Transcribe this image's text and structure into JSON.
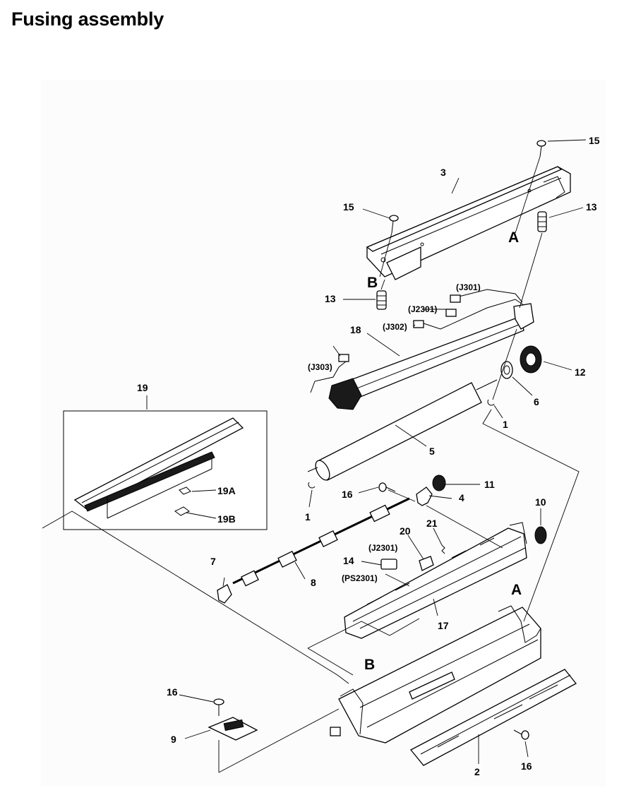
{
  "page": {
    "title": "Fusing assembly"
  },
  "callouts": {
    "c1a": "1",
    "c1b": "1",
    "c2": "2",
    "c3": "3",
    "c4": "4",
    "c5": "5",
    "c6": "6",
    "c7": "7",
    "c8": "8",
    "c9": "9",
    "c10": "10",
    "c11": "11",
    "c12": "12",
    "c13a": "13",
    "c13b": "13",
    "c14": "14",
    "c15a": "15",
    "c15b": "15",
    "c16a": "16",
    "c16b": "16",
    "c16c": "16",
    "c17": "17",
    "c18": "18",
    "c19": "19",
    "c19a": "19A",
    "c19b": "19B",
    "c20": "20",
    "c21": "21"
  },
  "reference_letters": {
    "a_top": "A",
    "a_bottom": "A",
    "b_top": "B",
    "b_bottom": "B"
  },
  "connectors": {
    "j301": "(J301)",
    "j2301_top": "(J2301)",
    "j302": "(J302)",
    "j303": "(J303)",
    "j2301_mid": "(J2301)",
    "ps2301": "(PS2301)"
  }
}
